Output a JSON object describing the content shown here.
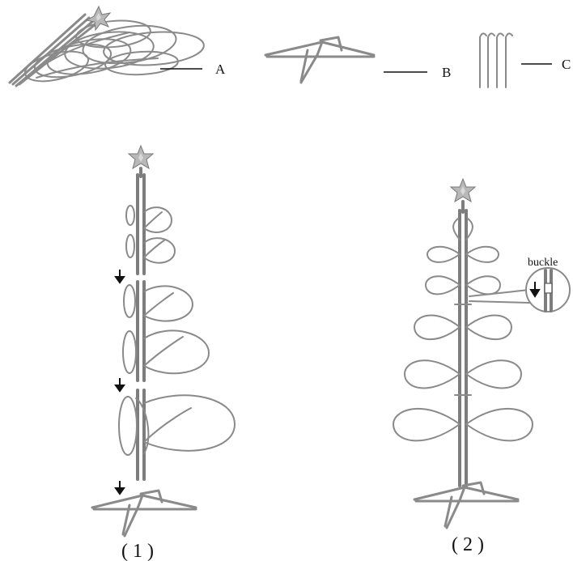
{
  "parts": {
    "a": "A",
    "b": "B",
    "c": "C"
  },
  "steps": {
    "one": "( 1 )",
    "two": "( 2 )"
  },
  "callout": {
    "buckle": "buckle"
  }
}
